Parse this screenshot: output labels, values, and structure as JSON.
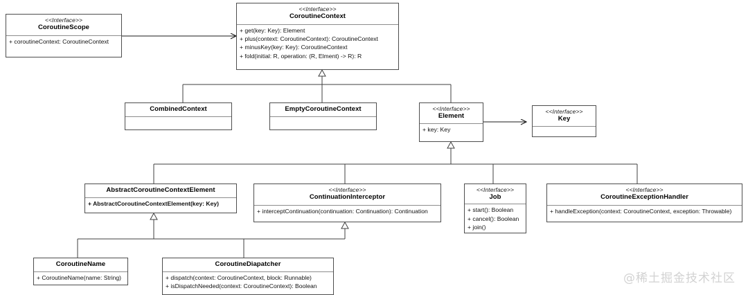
{
  "diagram": {
    "title": "Kotlin CoroutineContext class hierarchy",
    "type": "uml-class-diagram",
    "stereotype_label": "<<Interface>>",
    "colors": {
      "box_border": "#4d4d4d",
      "divider": "#8c8c8c",
      "edge": "#3f3f3f",
      "background": "#ffffff",
      "watermark": "#d2d2d2"
    },
    "watermark": "@稀土掘金技术社区"
  },
  "classes": [
    {
      "id": "coroutine-scope",
      "stereotype": "<<Interface>>",
      "name": "CoroutineScope",
      "members": [
        "+ coroutineContext: CoroutineContext"
      ],
      "bold_members": false
    },
    {
      "id": "coroutine-context",
      "stereotype": "<<Interface>>",
      "name": "CoroutineContext",
      "members": [
        "+ get(key: Key): Element",
        "+ plus(context: CoroutineContext): CoroutineContext",
        "+ minusKey(key: Key): CoroutineContext",
        "+ fold(initial: R, operation: (R, Elment) -> R): R"
      ],
      "bold_members": false
    },
    {
      "id": "combined-context",
      "stereotype": "",
      "name": "CombinedContext",
      "members": [],
      "bold_members": false
    },
    {
      "id": "empty-coroutine-context",
      "stereotype": "",
      "name": "EmptyCoroutineContext",
      "members": [],
      "bold_members": false
    },
    {
      "id": "element",
      "stereotype": "<<Interface>>",
      "name": "Element",
      "members": [
        "+ key: Key"
      ],
      "bold_members": false
    },
    {
      "id": "key",
      "stereotype": "<<Interface>>",
      "name": "Key",
      "members": [],
      "bold_members": false
    },
    {
      "id": "abstract-coroutine-context-element",
      "stereotype": "",
      "name": "AbstractCoroutineContextElement",
      "members": [
        "+ AbstractCoroutineContextElement(key: Key)"
      ],
      "bold_members": true
    },
    {
      "id": "continuation-interceptor",
      "stereotype": "<<Interface>>",
      "name": "ContinuationInterceptor",
      "members": [
        "+ interceptContinuation(continuation: Continuation): Continuation"
      ],
      "bold_members": false
    },
    {
      "id": "job",
      "stereotype": "<<Interface>>",
      "name": "Job",
      "members": [
        "+ start(): Boolean",
        "+ cancel(): Boolean",
        "+ join()"
      ],
      "bold_members": false
    },
    {
      "id": "coroutine-exception-handler",
      "stereotype": "<<Interface>>",
      "name": "CoroutineExceptionHandler",
      "members": [
        "+ handleException(context: CoroutineContext, exception: Throwable)"
      ],
      "bold_members": false
    },
    {
      "id": "coroutine-name",
      "stereotype": "",
      "name": "CoroutineName",
      "members": [
        "+ CoroutineName(name: String)"
      ],
      "bold_members": false
    },
    {
      "id": "coroutine-dispatcher",
      "stereotype": "",
      "name": "CoroutineDiapatcher",
      "members": [
        "+ dispatch(context: CoroutineContext, block: Runnable)",
        "+ isDispatchNeeded(context: CoroutineContext): Boolean"
      ],
      "bold_members": false
    }
  ],
  "relationships": [
    {
      "from": "coroutine-scope",
      "to": "coroutine-context",
      "kind": "association"
    },
    {
      "from": "combined-context",
      "to": "coroutine-context",
      "kind": "generalization"
    },
    {
      "from": "empty-coroutine-context",
      "to": "coroutine-context",
      "kind": "generalization"
    },
    {
      "from": "element",
      "to": "coroutine-context",
      "kind": "generalization"
    },
    {
      "from": "element",
      "to": "key",
      "kind": "association"
    },
    {
      "from": "abstract-coroutine-context-element",
      "to": "element",
      "kind": "generalization"
    },
    {
      "from": "continuation-interceptor",
      "to": "element",
      "kind": "generalization"
    },
    {
      "from": "job",
      "to": "element",
      "kind": "generalization"
    },
    {
      "from": "coroutine-exception-handler",
      "to": "element",
      "kind": "generalization"
    },
    {
      "from": "coroutine-name",
      "to": "abstract-coroutine-context-element",
      "kind": "generalization"
    },
    {
      "from": "coroutine-dispatcher",
      "to": "abstract-coroutine-context-element",
      "kind": "generalization"
    },
    {
      "from": "coroutine-dispatcher",
      "to": "continuation-interceptor",
      "kind": "generalization"
    }
  ]
}
